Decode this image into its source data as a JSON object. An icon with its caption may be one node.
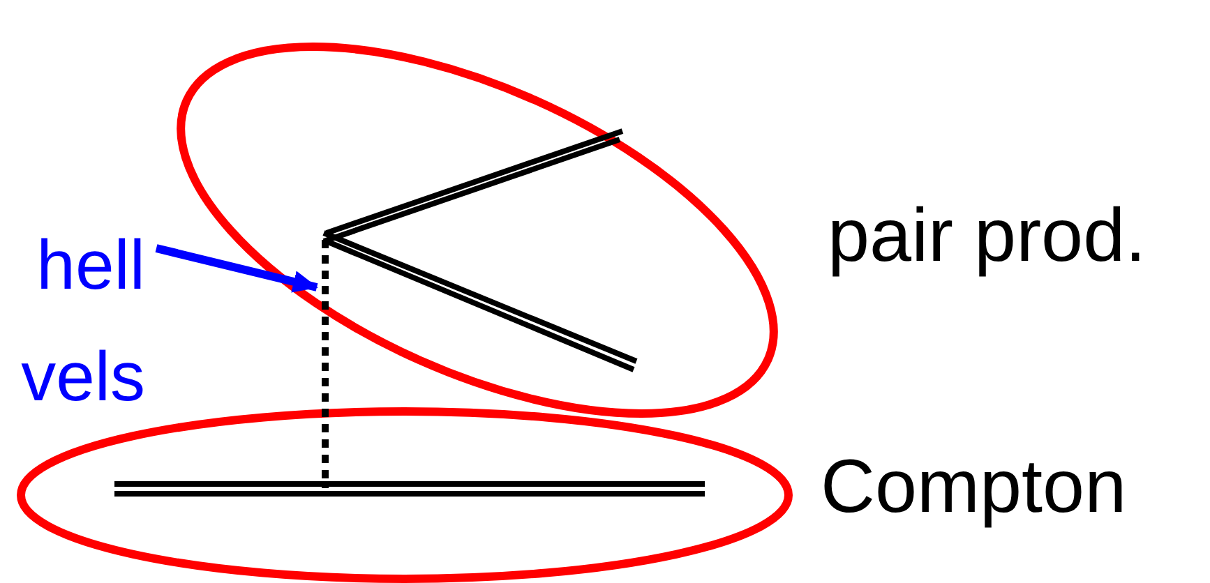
{
  "diagram": {
    "nodes": [
      {
        "text": [
          "hell vels"
        ]
      },
      {
        "text": [],
        "shape": "line"
      }
    ],
    "edges": [
      {
        "from": 0,
        "to": 1,
        "arrow": "to"
      }
    ],
    "labels": [
      "pair prod.",
      "Compton"
    ]
  }
}
